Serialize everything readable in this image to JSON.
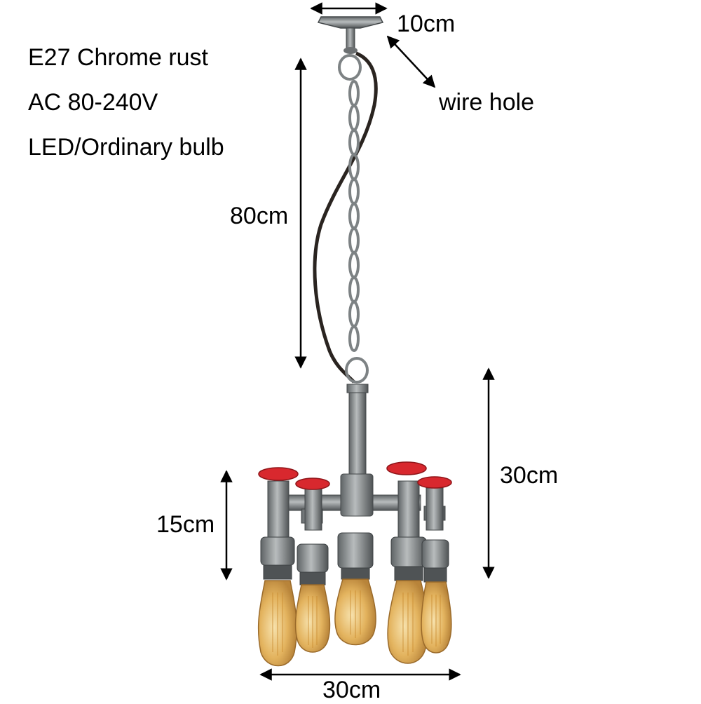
{
  "specs": {
    "socket": "E27 Chrome rust",
    "voltage": "AC 80-240V",
    "bulb": "LED/Ordinary bulb"
  },
  "dimensions": {
    "canopy_width": "10cm",
    "wire_hole": "wire hole",
    "chain_length": "80cm",
    "body_height": "30cm",
    "arm_height": "15cm",
    "body_width": "30cm"
  },
  "colors": {
    "metal": "#8f9496",
    "metal_dark": "#5d6163",
    "valve": "#d8282e",
    "bulb_glass": "#e8b866",
    "bulb_core": "#f6dca0",
    "wire": "#2a2420"
  }
}
